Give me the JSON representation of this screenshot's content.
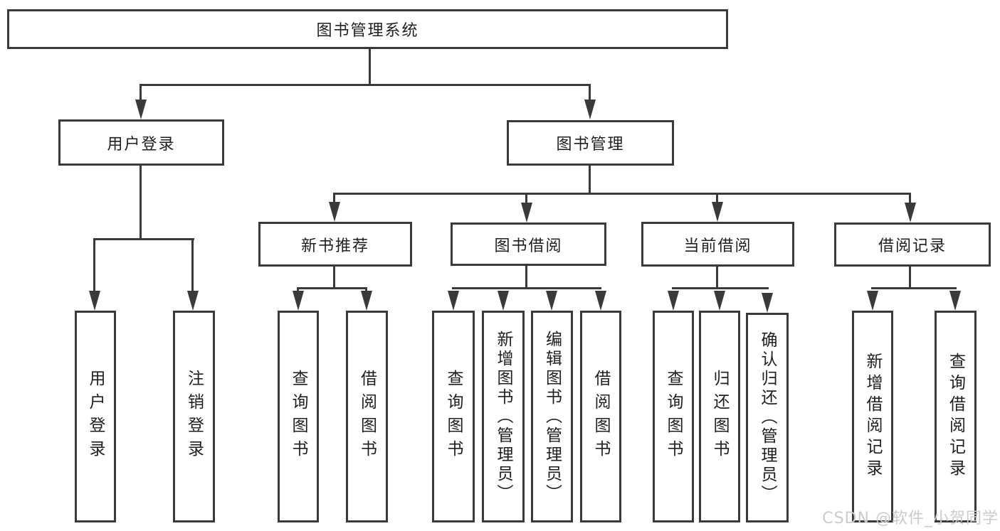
{
  "title": "图书管理系统",
  "colors": {
    "line": "#3a3a3a",
    "text": "#1f1f1f",
    "watermark": "#cccccc",
    "background": "#ffffff"
  },
  "nodes": {
    "root": "图书管理系统",
    "level2": [
      "用户登录",
      "图书管理"
    ],
    "level3": [
      "新书推荐",
      "图书借阅",
      "当前借阅",
      "借阅记录"
    ],
    "leaves": [
      "用户登录",
      "注销登录",
      "查询图书",
      "借阅图书",
      "查询图书",
      "新增图书（管理员）",
      "编辑图书（管理员）",
      "借阅图书",
      "查询图书",
      "归还图书",
      "确认归还（管理员）",
      "新增借阅记录",
      "查询借阅记录"
    ]
  },
  "hierarchy": {
    "图书管理系统": [
      "用户登录",
      "图书管理"
    ],
    "用户登录": [
      "用户登录",
      "注销登录"
    ],
    "图书管理": [
      "新书推荐",
      "图书借阅",
      "当前借阅",
      "借阅记录"
    ],
    "新书推荐": [
      "查询图书",
      "借阅图书"
    ],
    "图书借阅": [
      "查询图书",
      "新增图书（管理员）",
      "编辑图书（管理员）",
      "借阅图书"
    ],
    "当前借阅": [
      "查询图书",
      "归还图书",
      "确认归还（管理员）"
    ],
    "借阅记录": [
      "新增借阅记录",
      "查询借阅记录"
    ]
  },
  "watermark": "CSDN @软件_小贺同学"
}
